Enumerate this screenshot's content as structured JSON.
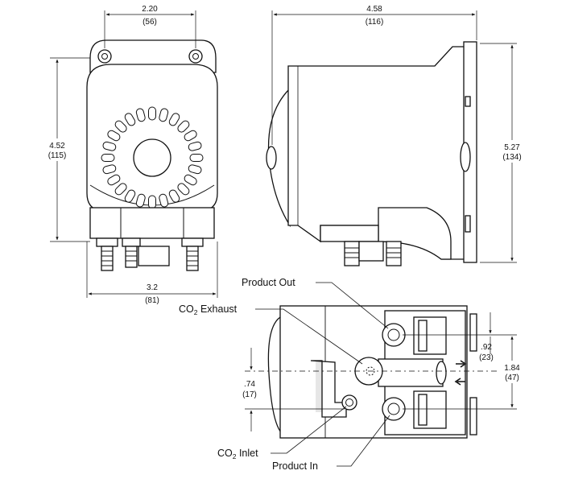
{
  "dimensions": {
    "front_width": {
      "value": "2.20",
      "metric": "(56)"
    },
    "front_height": {
      "value": "4.52",
      "metric": "(115)"
    },
    "front_base_width": {
      "value": "3.2",
      "metric": "(81)"
    },
    "side_depth": {
      "value": "4.58",
      "metric": "(116)"
    },
    "side_height": {
      "value": "5.27",
      "metric": "(134)"
    },
    "port_offset_small": {
      "value": ".92",
      "metric": "(23)"
    },
    "port_spacing": {
      "value": "1.84",
      "metric": "(47)"
    },
    "inlet_offset": {
      "value": ".74",
      "metric": "(17)"
    }
  },
  "labels": {
    "product_out": "Product Out",
    "co2_exhaust_prefix": "CO",
    "co2_exhaust_sub": "2",
    "co2_exhaust_suffix": " Exhaust",
    "co2_inlet_prefix": "CO",
    "co2_inlet_sub": "2",
    "co2_inlet_suffix": " Inlet",
    "product_in": "Product In"
  }
}
